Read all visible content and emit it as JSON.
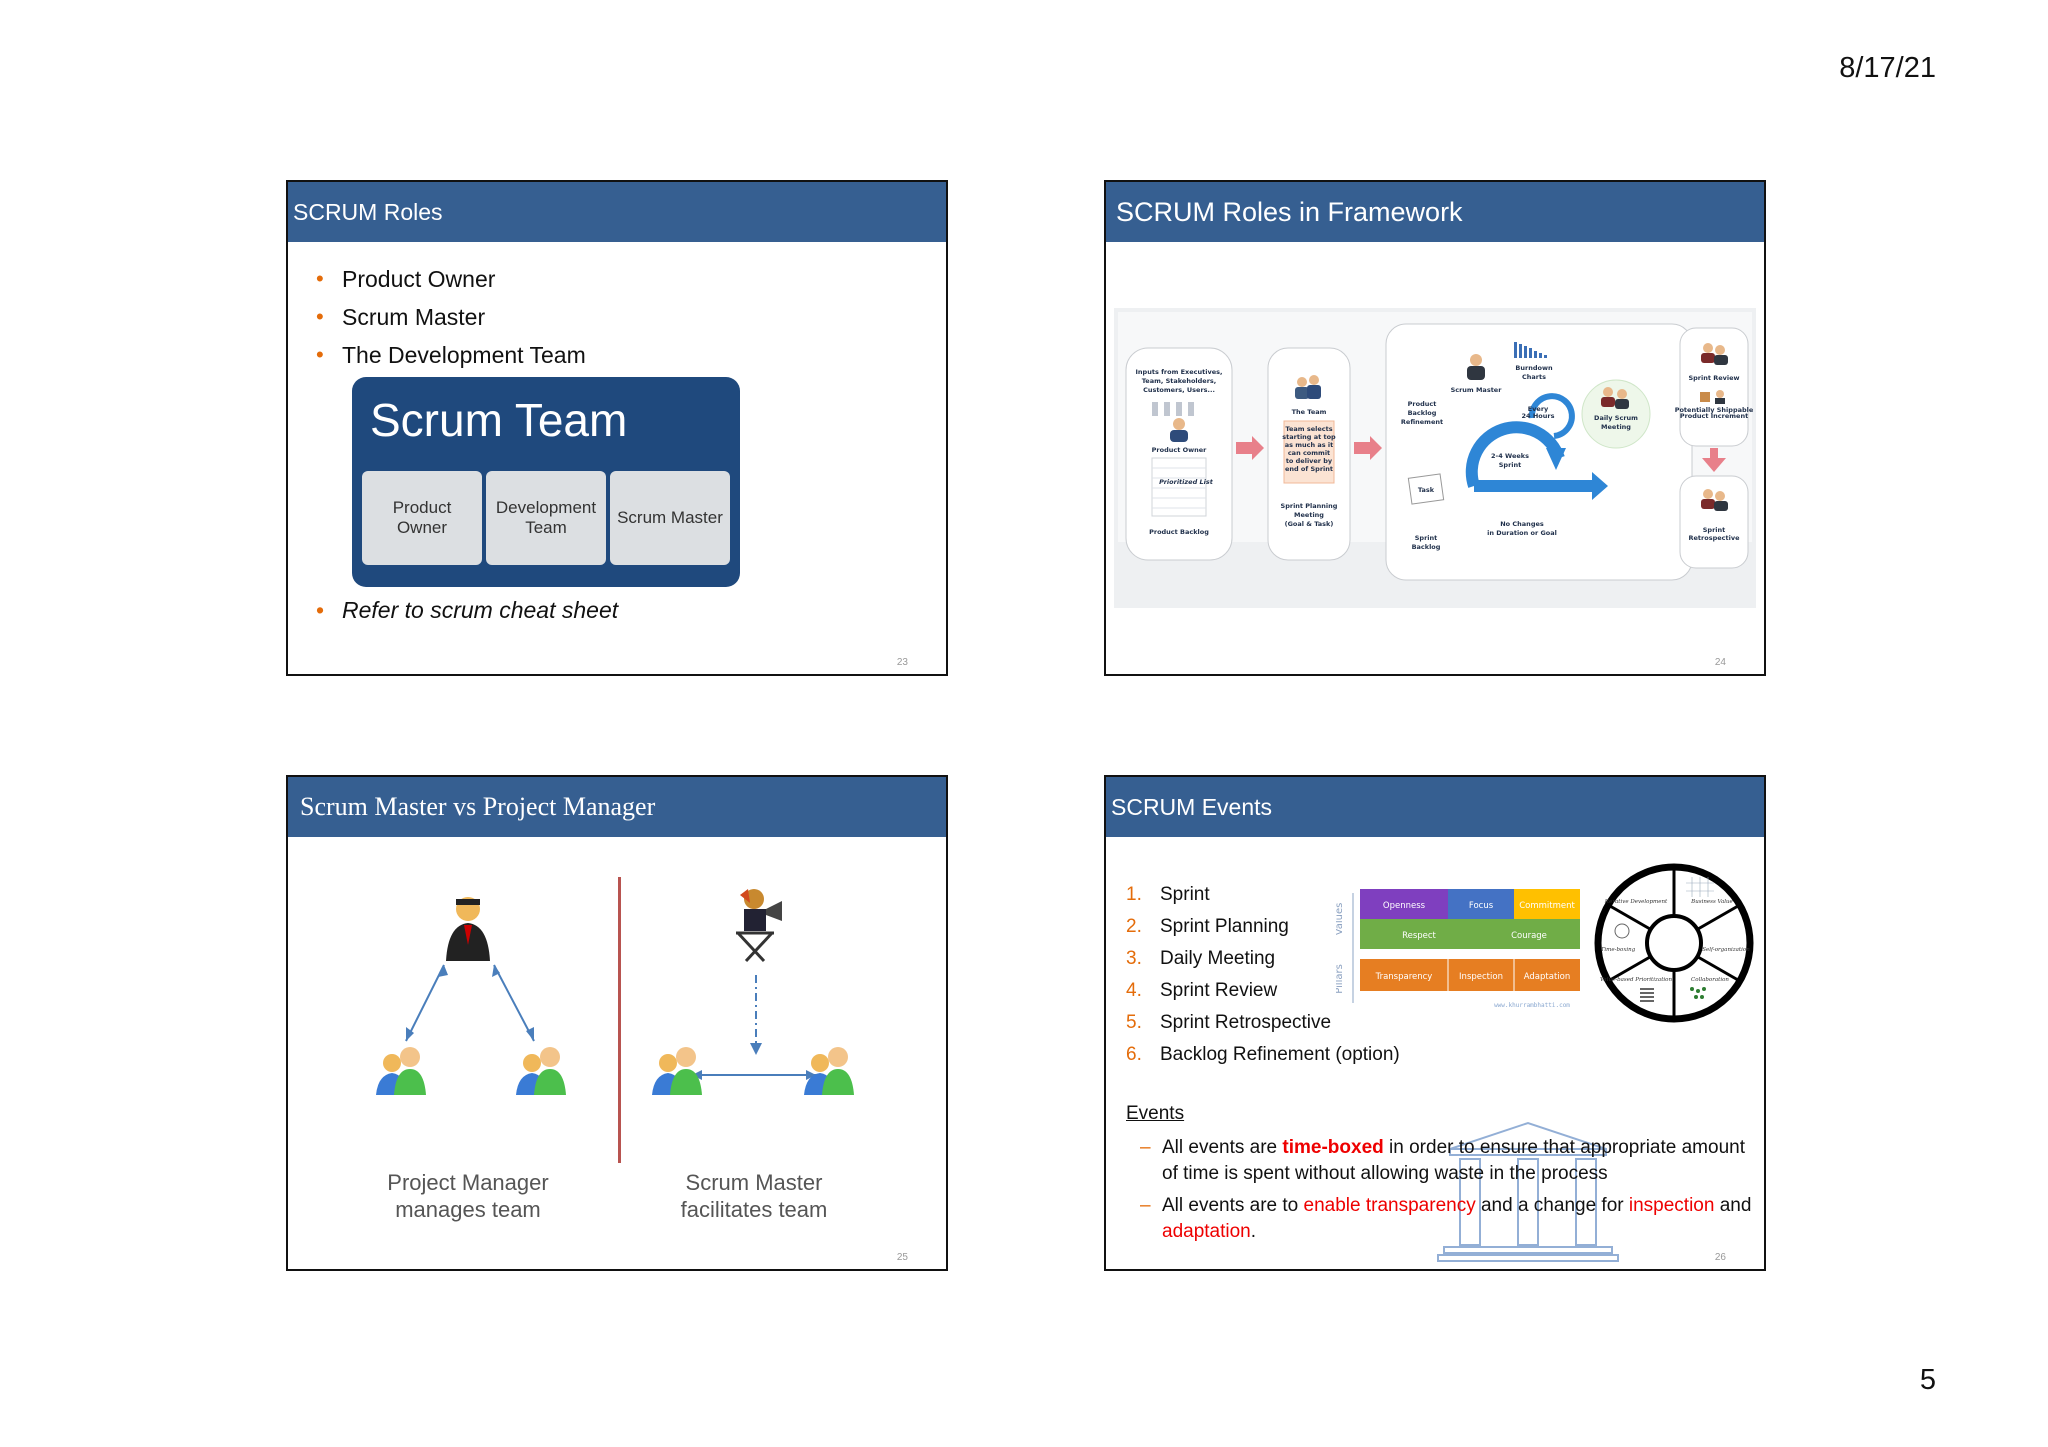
{
  "header": {
    "date": "8/17/21"
  },
  "footer": {
    "page_number": "5"
  },
  "slides": [
    {
      "title": "SCRUM Roles",
      "bullets": [
        "Product Owner",
        "Scrum Master",
        "The Development Team"
      ],
      "team_box": {
        "title": "Scrum Team",
        "cells": [
          "Product Owner",
          "Development Team",
          "Scrum Master"
        ]
      },
      "note": "Refer to scrum cheat sheet",
      "number": "23"
    },
    {
      "title": "SCRUM Roles in Framework",
      "diagram": {
        "inputs": "Inputs from Executives, Team, Stakeholders, Customers, Users...",
        "product_owner": "Product Owner",
        "prioritized_list": "Prioritized List",
        "product_backlog": "Product Backlog",
        "the_team": "The Team",
        "team_selects": "Team selects starting at top as much as it can commit to deliver by end of Sprint",
        "sprint_planning": "Sprint Planning Meeting (Goal & Task)",
        "scrum_master": "Scrum Master",
        "burndown": "Burndown Charts",
        "backlog_refinement": "Product Backlog Refinement",
        "every_24": "Every 24 Hours",
        "daily_scrum": "Daily Scrum Meeting",
        "weeks_sprint": "2-4 Weeks Sprint",
        "task": "Task",
        "sprint_backlog": "Sprint Backlog",
        "no_changes": "No Changes in Duration or Goal",
        "sprint_review": "Sprint Review",
        "shippable": "Potentially Shippable Product Increment",
        "retrospective": "Sprint Retrospective"
      },
      "number": "24"
    },
    {
      "title": "Scrum Master vs Project Manager",
      "left_caption": [
        "Project Manager",
        "manages team"
      ],
      "right_caption": [
        "Scrum Master",
        "facilitates team"
      ],
      "number": "25"
    },
    {
      "title": "SCRUM Events",
      "events": [
        {
          "n": "1.",
          "label": "Sprint"
        },
        {
          "n": "2.",
          "label": "Sprint Planning"
        },
        {
          "n": "3.",
          "label": "Daily Meeting"
        },
        {
          "n": "4.",
          "label": "Sprint Review"
        },
        {
          "n": "5.",
          "label": "Sprint Retrospective"
        },
        {
          "n": "6.",
          "label": "Backlog Refinement (option)"
        }
      ],
      "values_grid": {
        "values_label": "Values",
        "pillars_label": "Pillars",
        "row1": [
          "Openness",
          "Focus",
          "Commitment"
        ],
        "row2": [
          "Respect",
          "Courage"
        ],
        "row3": [
          "Transparency",
          "Inspection",
          "Adaptation"
        ],
        "credit": "www.khurrambhatti.com"
      },
      "wheel_labels": [
        "Iterative Development",
        "Business Value",
        "Self-organization",
        "Collaboration",
        "Value-based Prioritization",
        "Time-boxing"
      ],
      "events_heading": "Events",
      "desc1": {
        "a": "All events are ",
        "b": "time-boxed",
        "c": " in order to ensure that appropriate amount of time is spent without allowing waste in the process"
      },
      "desc2": {
        "a": "All events are to ",
        "b": "enable transparency",
        "c": " and a change for ",
        "d": "inspection",
        "e": " and ",
        "f": "adaptation",
        "g": "."
      },
      "colors": {
        "accent_orange": "#e46c0a",
        "highlight_red": "#e00000",
        "header_blue": "#365f91"
      },
      "number": "26"
    }
  ]
}
